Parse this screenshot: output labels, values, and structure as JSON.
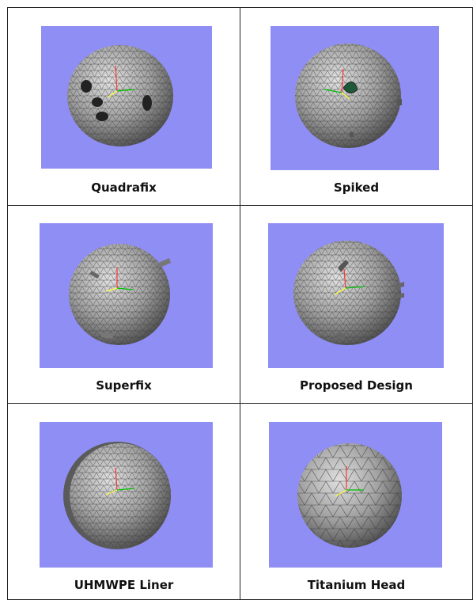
{
  "cells": [
    {
      "caption": "Quadrafix"
    },
    {
      "caption": "Spiked"
    },
    {
      "caption": "Superfix"
    },
    {
      "caption": "Proposed Design"
    },
    {
      "caption": "UHMWPE Liner"
    },
    {
      "caption": "Titanium Head"
    }
  ],
  "colors": {
    "viewport_background": "#8e8ef4",
    "model_gray": "#9c9c9c",
    "axis_x": "#00c000",
    "axis_y": "#ff3333",
    "axis_z": "#ffff33"
  },
  "icons": [
    "mesh-sphere",
    "axis-triad"
  ]
}
